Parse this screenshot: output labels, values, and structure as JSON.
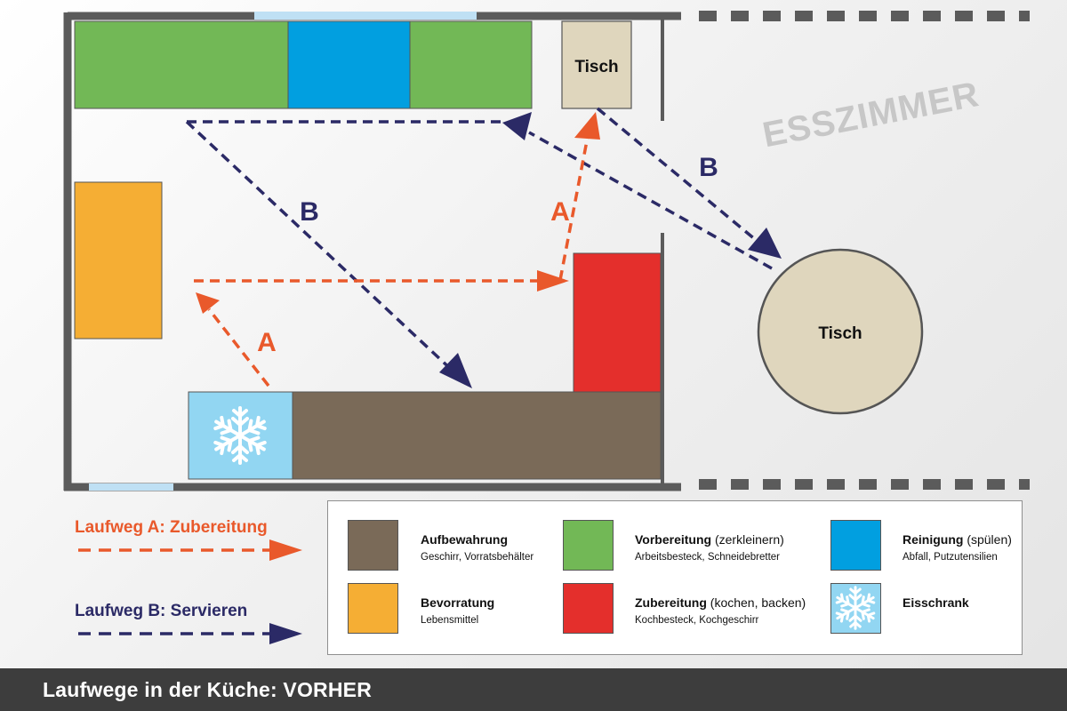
{
  "room_label": "ESSZIMMER",
  "furniture": {
    "small_table": "Tisch",
    "round_table": "Tisch"
  },
  "route_markers": {
    "a": "A",
    "b": "B"
  },
  "routes": {
    "a_title": "Laufweg A: Zubereitung",
    "b_title": "Laufweg B: Servieren"
  },
  "colors": {
    "storage": "#7a6a58",
    "preparation": "#72b856",
    "cleaning": "#019fe0",
    "supply": "#f5ae34",
    "cooking": "#e42f2c",
    "fridge": "#92d6f2",
    "route_a": "#e9592b",
    "route_b": "#2b2a66",
    "table": "#dfd6bd",
    "wall": "#5b5b5b"
  },
  "legend": [
    {
      "key": "storage",
      "title": "Aufbewahrung",
      "title_extra": "",
      "subtitle": "Geschirr, Vorratsbehälter",
      "icon": ""
    },
    {
      "key": "preparation",
      "title": "Vorbereitung",
      "title_extra": " (zerkleinern)",
      "subtitle": "Arbeitsbesteck, Schneidebretter",
      "icon": ""
    },
    {
      "key": "cleaning",
      "title": "Reinigung",
      "title_extra": " (spülen)",
      "subtitle": "Abfall, Putzutensilien",
      "icon": ""
    },
    {
      "key": "supply",
      "title": "Bevorratung",
      "title_extra": "",
      "subtitle": "Lebensmittel",
      "icon": ""
    },
    {
      "key": "cooking",
      "title": "Zubereitung",
      "title_extra": " (kochen, backen)",
      "subtitle": "Kochbesteck, Kochgeschirr",
      "icon": ""
    },
    {
      "key": "fridge",
      "title": "Eisschrank",
      "title_extra": "",
      "subtitle": "",
      "icon": "snowflake-icon"
    }
  ],
  "footer_title": "Laufwege in der Küche: VORHER"
}
